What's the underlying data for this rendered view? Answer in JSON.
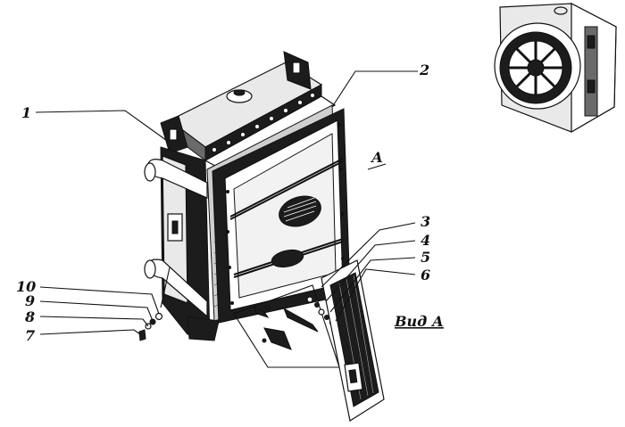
{
  "callouts": [
    {
      "id": "1",
      "text": "1"
    },
    {
      "id": "2",
      "text": "2"
    },
    {
      "id": "3",
      "text": "3"
    },
    {
      "id": "4",
      "text": "4"
    },
    {
      "id": "5",
      "text": "5"
    },
    {
      "id": "6",
      "text": "6"
    },
    {
      "id": "7",
      "text": "7"
    },
    {
      "id": "8",
      "text": "8"
    },
    {
      "id": "9",
      "text": "9"
    },
    {
      "id": "10",
      "text": "10"
    }
  ],
  "view_marker": "А",
  "view_label": "Вид А"
}
